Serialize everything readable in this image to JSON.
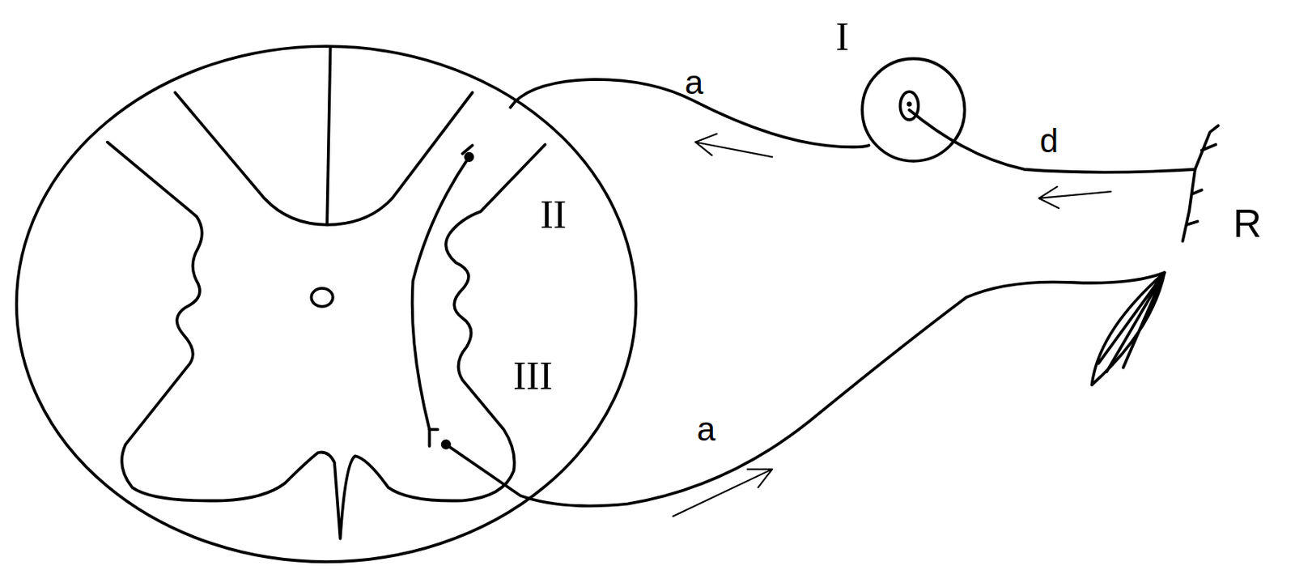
{
  "diagram": {
    "labels": [
      "I",
      "a",
      "d",
      "II",
      "III",
      "a",
      "R"
    ]
  }
}
